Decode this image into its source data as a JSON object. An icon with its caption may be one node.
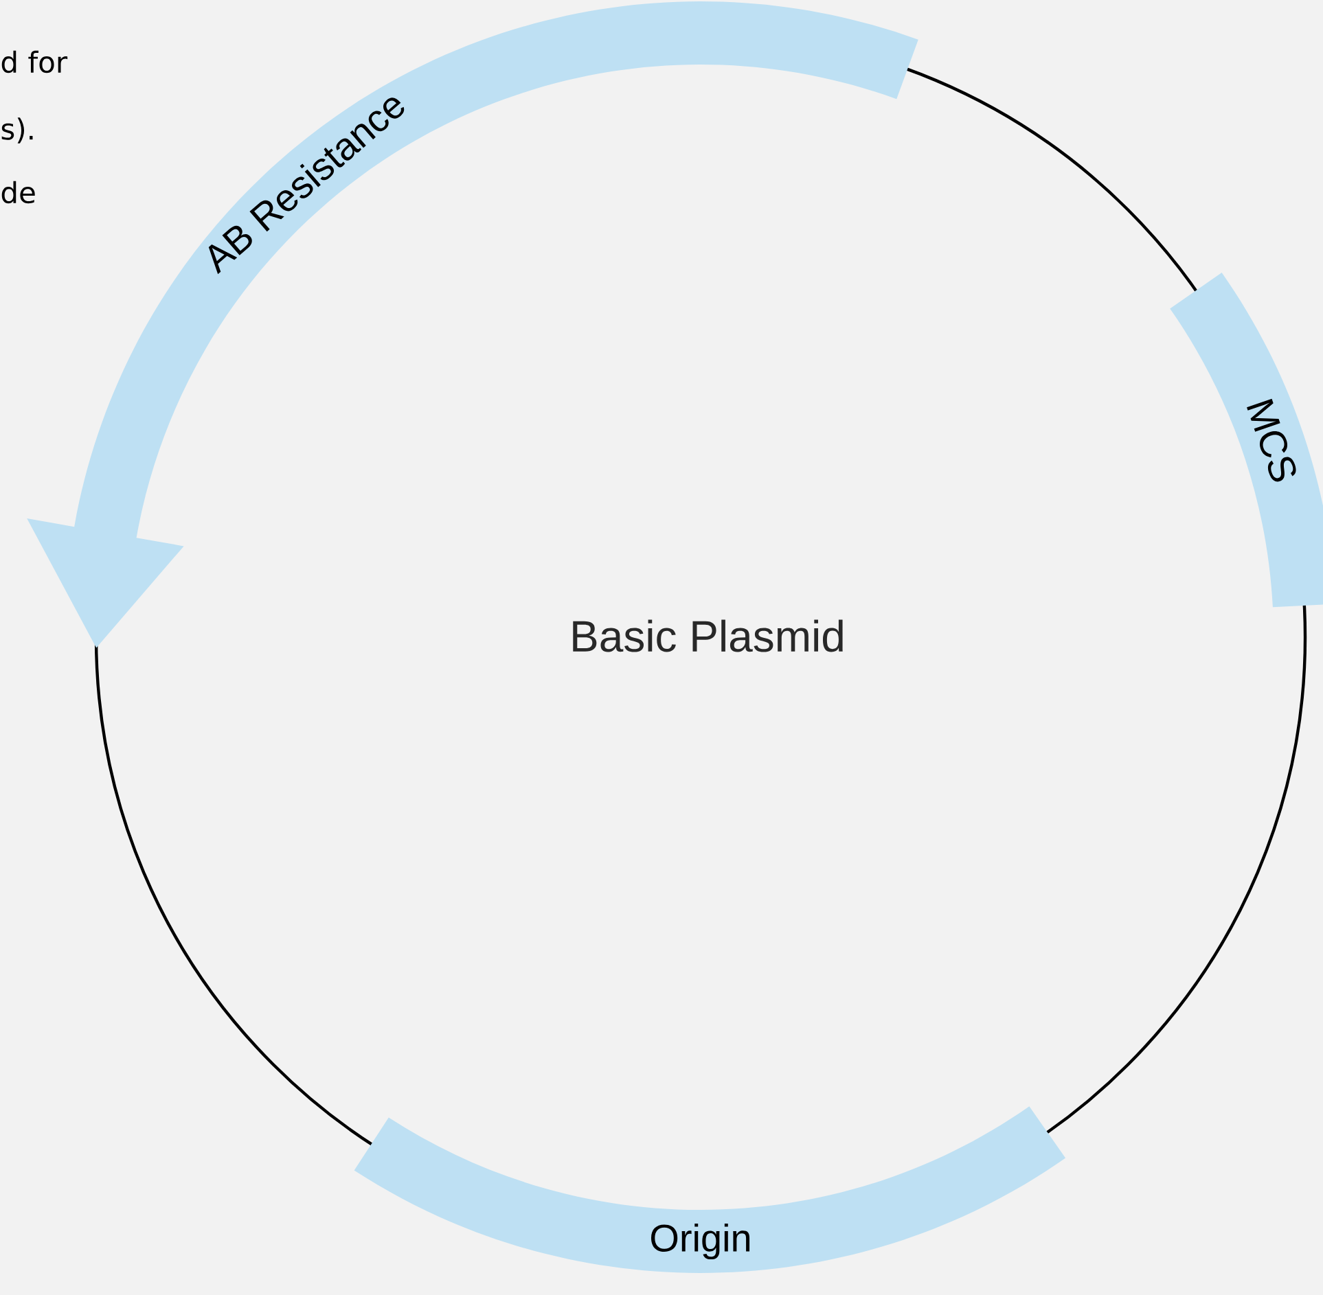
{
  "diagram": {
    "nodes": [
      {
        "text": [
          "AB Resistance"
        ]
      },
      {
        "text": [
          "MCS"
        ]
      },
      {
        "text": [
          "Origin"
        ]
      }
    ],
    "labels": [
      "d for",
      "s).",
      "de",
      "Basic Plasmid"
    ]
  }
}
